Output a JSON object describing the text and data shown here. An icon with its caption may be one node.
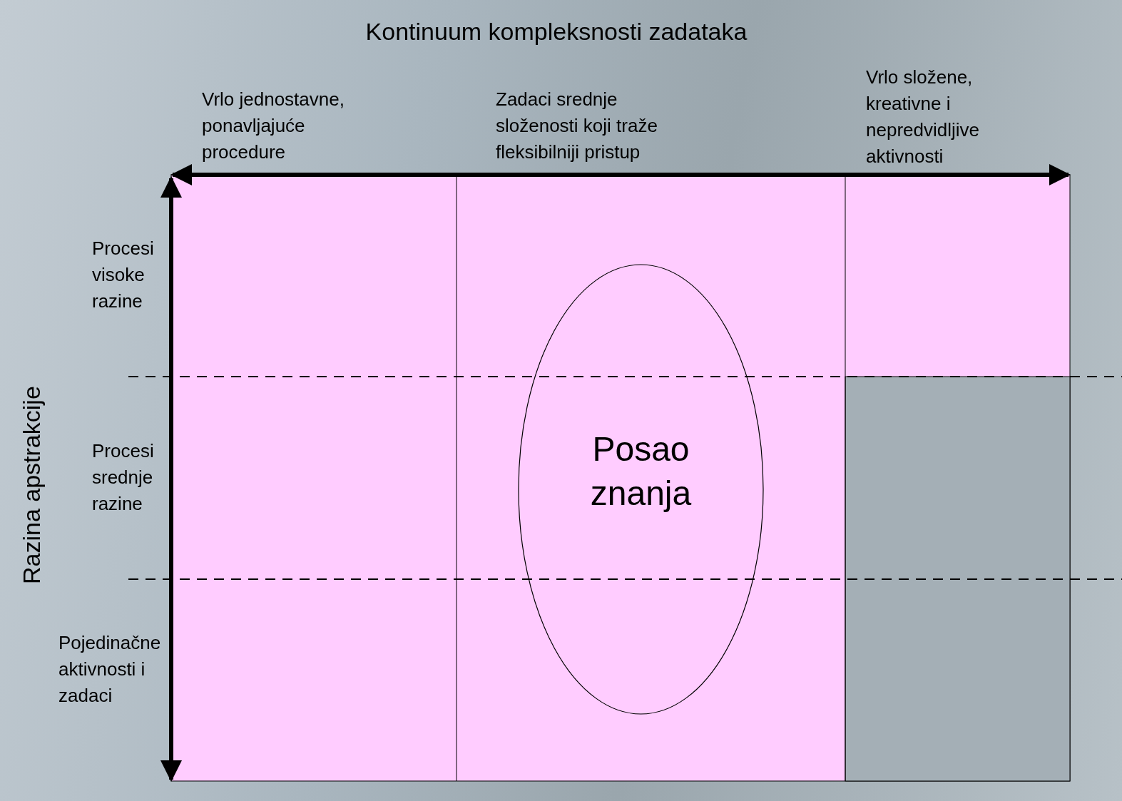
{
  "diagram": {
    "title": "Kontinuum kompleksnosti zadataka",
    "nodes": [
      {
        "text": [
          "Posao znanja"
        ]
      }
    ],
    "labels": [
      "Vrlo jednostavne, ponavljajuće procedure",
      "Zadaci srednje složenosti koji traže fleksibilniji pristup",
      "Vrlo složene, kreativne i nepredvidljive aktivnosti",
      "Procesi visoke razine",
      "Razina apstrakcije",
      "Procesi srednje razine",
      "Pojedinačne aktivnosti i zadaci"
    ]
  }
}
